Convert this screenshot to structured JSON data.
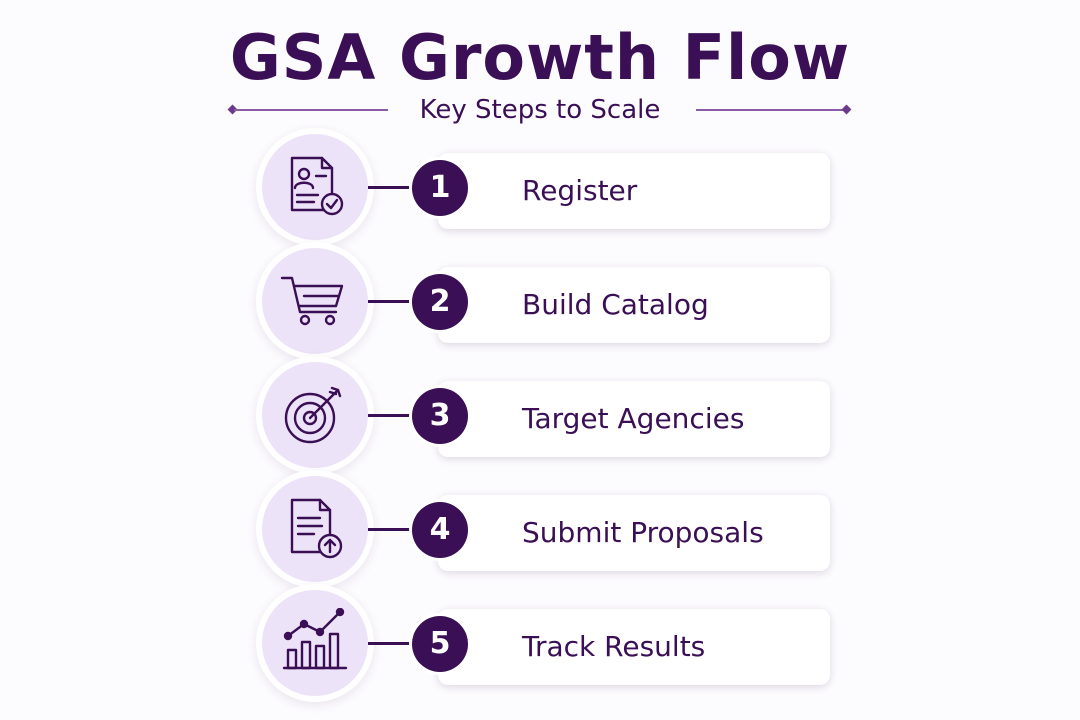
{
  "title": "GSA Growth Flow",
  "subtitle": "Key Steps to Scale",
  "colors": {
    "primary": "#3a0f55",
    "icon_bg": "#ede3f8",
    "accent_line": "#8a5ca8"
  },
  "steps": [
    {
      "number": "1",
      "label": "Register",
      "icon": "document-user-check-icon"
    },
    {
      "number": "2",
      "label": "Build Catalog",
      "icon": "shopping-cart-icon"
    },
    {
      "number": "3",
      "label": "Target Agencies",
      "icon": "target-icon"
    },
    {
      "number": "4",
      "label": "Submit Proposals",
      "icon": "document-upload-icon"
    },
    {
      "number": "5",
      "label": "Track Results",
      "icon": "bar-chart-trend-icon"
    }
  ]
}
